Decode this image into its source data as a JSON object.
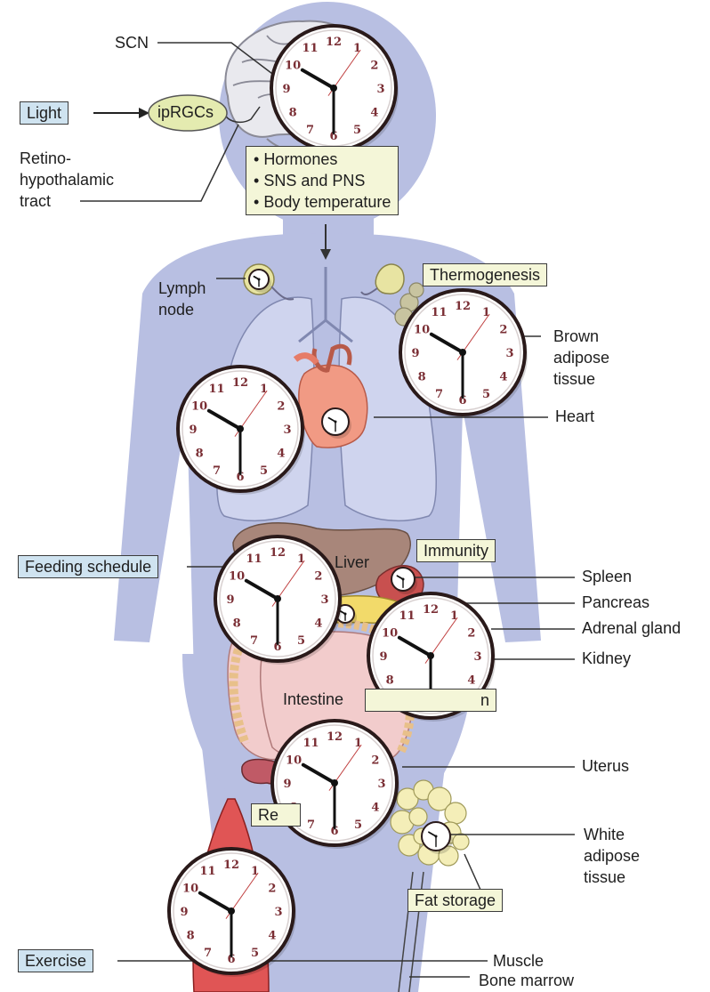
{
  "labels": {
    "scn": "SCN",
    "light": "Light",
    "iprgcs": "ipRGCs",
    "retino_line1": "Retino-",
    "retino_line2": "hypothalamic",
    "retino_line3": "tract",
    "hormones": "Hormones",
    "sns_pns": "SNS and PNS",
    "body_temperature": "Body temperature",
    "lymph_line1": "Lymph",
    "lymph_line2": "node",
    "thermogenesis": "Thermogenesis",
    "brown_line1": "Brown",
    "brown_line2": "adipose",
    "brown_line3": "tissue",
    "heart": "Heart",
    "feeding_schedule": "Feeding schedule",
    "liver": "Liver",
    "immunity": "Immunity",
    "spleen": "Spleen",
    "pancreas": "Pancreas",
    "adrenal_gland": "Adrenal gland",
    "kidney": "Kidney",
    "intestine": "Intestine",
    "absorption_fragment": "n",
    "uterus": "Uterus",
    "reproduction_fragment": "Re",
    "white_line1": "White",
    "white_line2": "adipose",
    "white_line3": "tissue",
    "fat_storage": "Fat storage",
    "exercise": "Exercise",
    "muscle": "Muscle",
    "bone_marrow": "Bone marrow"
  },
  "clock_numerals": [
    "12",
    "1",
    "2",
    "3",
    "4",
    "5",
    "6",
    "7",
    "8",
    "9",
    "10",
    "11"
  ],
  "colors": {
    "body_silhouette": "#b8bfe2",
    "label_box_blue": "#cfe3f0",
    "label_box_yellow": "#f4f6d8",
    "ipRGC_fill": "#e4ebb0",
    "liver": "#a8867a",
    "heart": "#f19a84",
    "spleen": "#c8504f",
    "muscle": "#e05555",
    "intestine": "#f2cccc",
    "adipose": "#f4eeb8",
    "clock_numeral": "#7a2e34"
  },
  "icons": [
    "brain-icon",
    "lungs-icon",
    "heart-icon",
    "liver-icon",
    "intestine-icon",
    "clock-icon"
  ]
}
